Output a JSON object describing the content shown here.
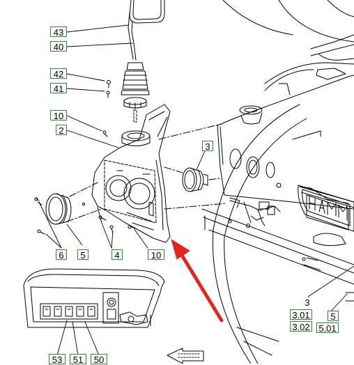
{
  "diagram": {
    "accent_color": "#2e8b2e",
    "line_color": "#000000",
    "arrow_color": "#e0261d",
    "callouts": [
      "43",
      "40",
      "42",
      "41",
      "10",
      "2",
      "3",
      "6",
      "5",
      "4",
      "10",
      "3",
      "3.01",
      "3.02",
      "5",
      "5.01",
      "53",
      "51",
      "50"
    ]
  }
}
